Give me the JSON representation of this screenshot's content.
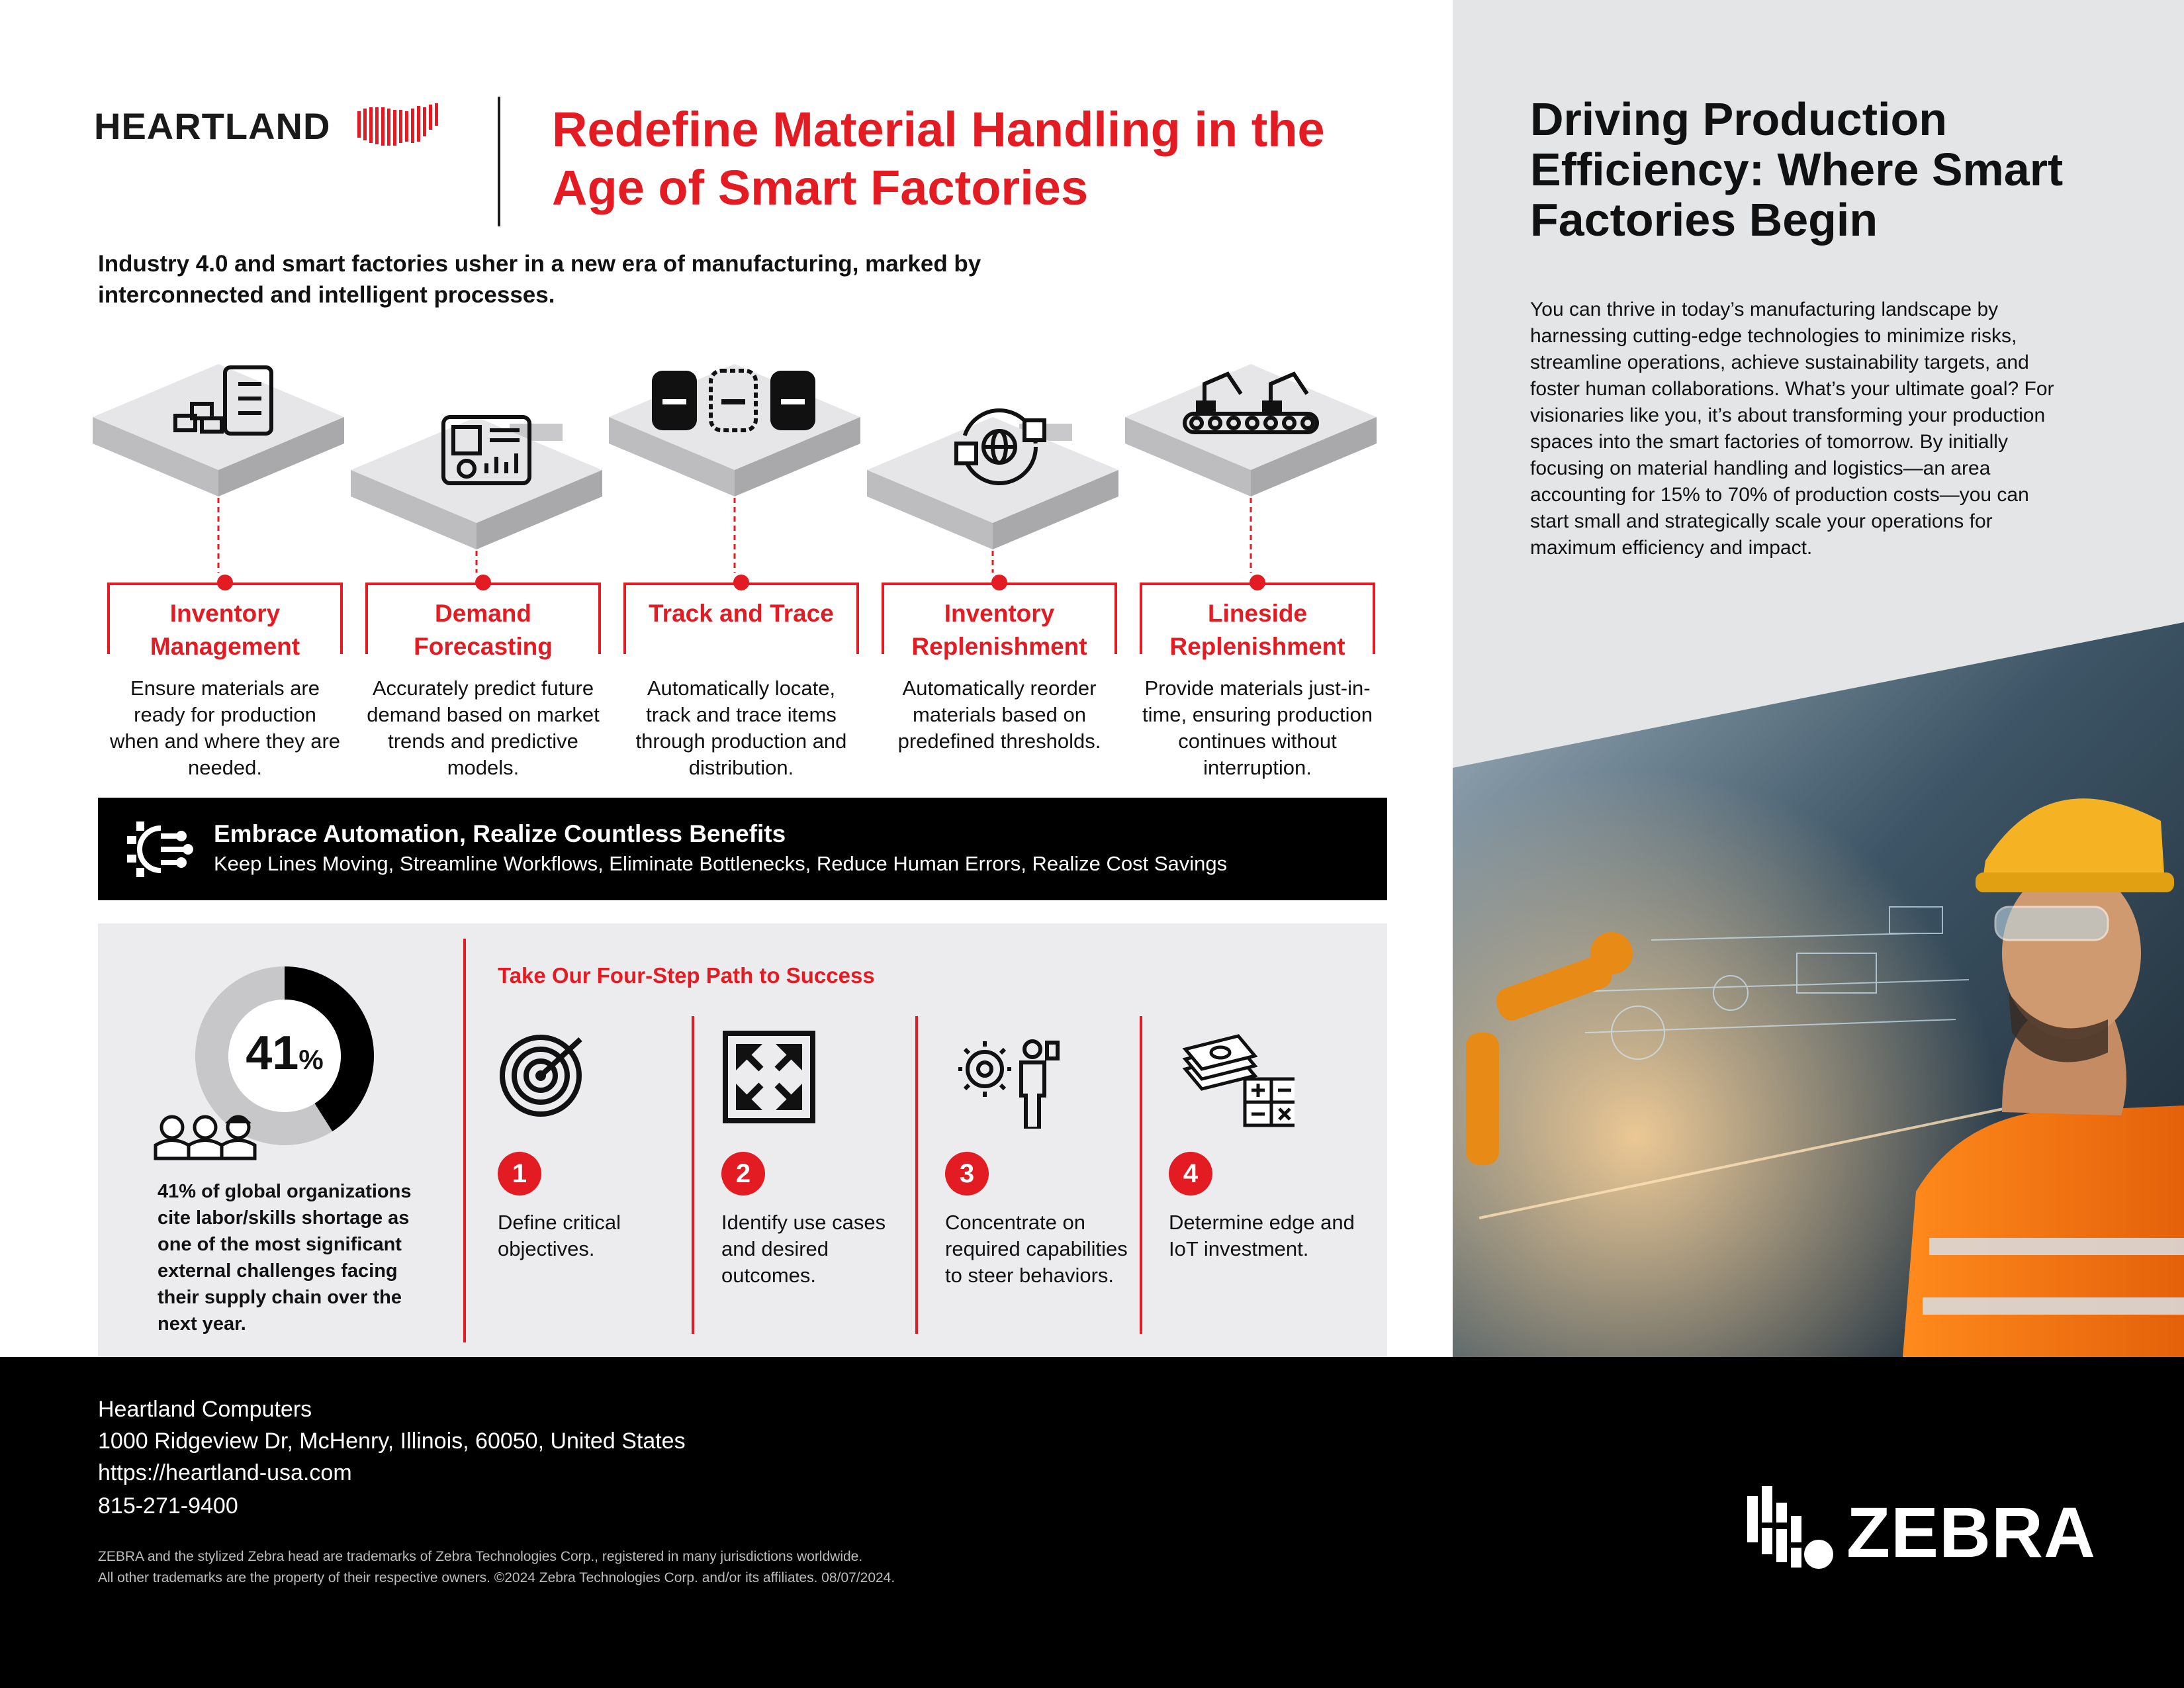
{
  "header": {
    "logo_text": "HEARTLAND",
    "headline": "Redefine Material Handling in the Age of Smart Factories",
    "intro": "Industry 4.0 and smart factories usher in a new era of manufacturing, marked by interconnected and intelligent processes."
  },
  "process": [
    {
      "icon": "tablet-checklist-icon",
      "title": "Inventory Management",
      "description": "Ensure materials are ready for production when and where they are needed."
    },
    {
      "icon": "dashboard-screen-icon",
      "title": "Demand Forecasting",
      "description": "Accurately predict future demand based on market trends and predictive models."
    },
    {
      "icon": "rfid-tags-icon",
      "title": "Track and Trace",
      "description": "Automatically locate, track and trace items through production and distribution."
    },
    {
      "icon": "globe-boxes-cycle-icon",
      "title": "Inventory Replenishment",
      "description": "Automatically reorder materials based on predefined thresholds."
    },
    {
      "icon": "robot-arms-conveyor-icon",
      "title": "Lineside Replenishment",
      "description": "Provide materials just-in-time, ensuring production continues without interruption."
    }
  ],
  "banner": {
    "icon": "gear-circuit-icon",
    "title": "Embrace Automation, Realize Countless Benefits",
    "subtitle": "Keep Lines Moving, Streamline Workflows, Eliminate Bottlenecks, Reduce Human Errors, Realize Cost Savings"
  },
  "stat": {
    "value": "41",
    "suffix": "%",
    "fraction": 0.41,
    "text": "41% of global organizations cite labor/skills shortage as one of the most significant external challenges facing their supply chain over the next year."
  },
  "steps": {
    "heading": "Take Our Four-Step Path to Success",
    "items": [
      {
        "number": "1",
        "icon": "target-icon",
        "text": "Define critical objectives."
      },
      {
        "number": "2",
        "icon": "expand-arrows-icon",
        "text": "Identify use cases and desired outcomes."
      },
      {
        "number": "3",
        "icon": "gear-worker-icon",
        "text": "Concentrate on required capabilities to steer behaviors."
      },
      {
        "number": "4",
        "icon": "money-calculator-icon",
        "text": "Determine edge and IoT investment."
      }
    ]
  },
  "sidebar": {
    "title": "Driving Production Efficiency: Where Smart Factories Begin",
    "body": "You can thrive in today’s manufacturing landscape by harnessing cutting-edge technologies to minimize risks, streamline operations, achieve sustainability targets, and foster human collaborations. What’s your ultimate goal? For visionaries like you, it’s about transforming your production spaces into the smart factories of tomorrow. By initially focusing on material handling and logistics—an area accounting for 15% to 70% of production costs—you can start small and strategically scale your operations for maximum efficiency and impact."
  },
  "footer": {
    "company": "Heartland Computers",
    "address": "1000 Ridgeview Dr, McHenry, Illinois, 60050, United States",
    "url": "https://heartland-usa.com",
    "phone": "815-271-9400",
    "legal_1": "ZEBRA and the stylized Zebra head are trademarks of Zebra Technologies Corp., registered in many jurisdictions worldwide.",
    "legal_2": "All other trademarks are the property of their respective owners. ©2024 Zebra Technologies Corp. and/or its affiliates. 08/07/2024.",
    "partner_logo": "ZEBRA"
  },
  "colors": {
    "accent": "#e31b23",
    "dark": "#000000",
    "panel": "#ececee",
    "sidebar": "#e4e5e7"
  }
}
